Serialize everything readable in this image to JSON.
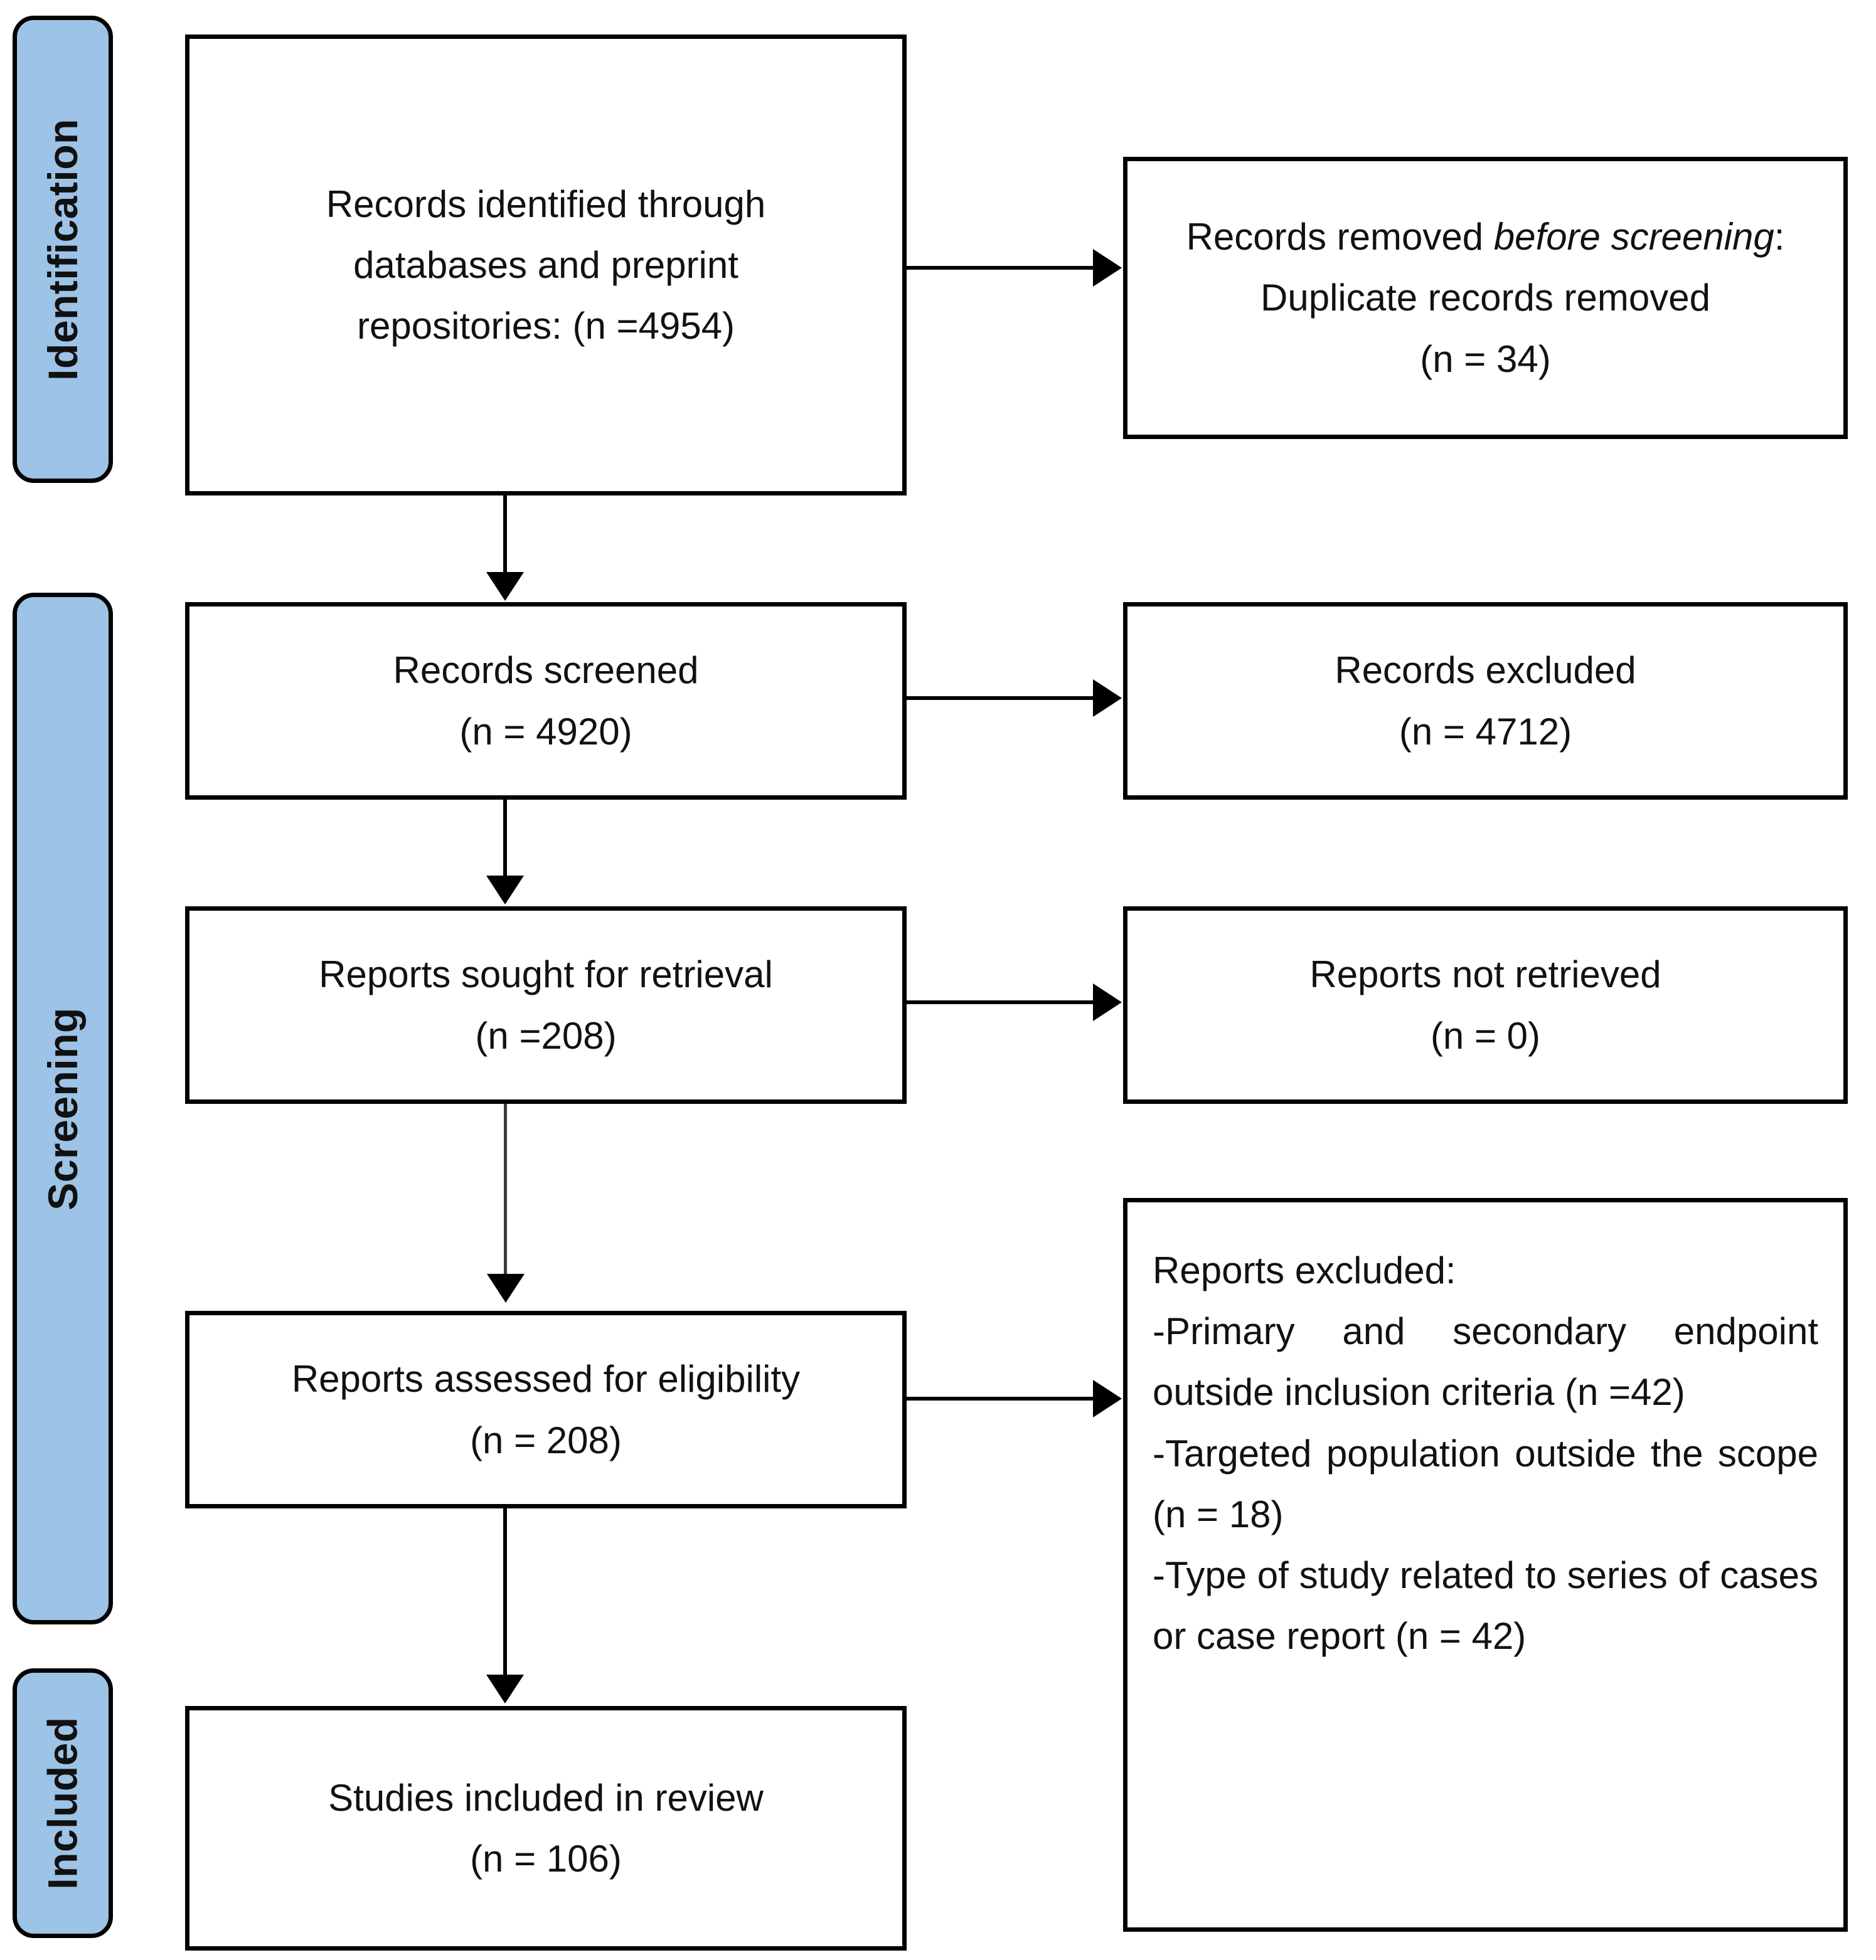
{
  "diagram": {
    "title": "PRISMA flow diagram",
    "accent_color": "#9dc3e6",
    "border_color": "#000000",
    "background_color": "#ffffff"
  },
  "phases": [
    {
      "label": "Identification",
      "name": "identification"
    },
    {
      "label": "Screening",
      "name": "screening"
    },
    {
      "label": "Included",
      "name": "included"
    }
  ],
  "boxes": {
    "records_identified": {
      "line1": "Records identified through",
      "line2": "databases and preprint",
      "line3": "repositories: (n =4954)"
    },
    "records_removed": {
      "line1_a": "Records removed ",
      "line1_b": "before screening",
      "line1_c": ":",
      "line2": "Duplicate records removed",
      "line3": "(n = 34)"
    },
    "records_screened": {
      "line1": "Records screened",
      "line2": "(n = 4920)"
    },
    "records_excluded": {
      "line1": "Records excluded",
      "line2": "(n = 4712)"
    },
    "reports_sought": {
      "line1": "Reports sought for retrieval",
      "line2": "(n =208)"
    },
    "reports_not_retrieved": {
      "line1": "Reports not retrieved",
      "line2": "(n = 0)"
    },
    "reports_assessed": {
      "line1": "Reports assessed for eligibility",
      "line2": "(n = 208)"
    },
    "reports_excluded": {
      "heading": "Reports excluded:",
      "reason1": "-Primary and secondary endpoint outside inclusion criteria (n =42)",
      "reason2": "-Targeted population outside the scope (n = 18)",
      "reason3": "-Type of study related to series of cases or case report (n = 42)"
    },
    "studies_included": {
      "line1": "Studies included in review",
      "line2": "(n = 106)"
    }
  },
  "chart_data": {
    "type": "flowchart",
    "title": "PRISMA 2020 flow diagram",
    "phases": [
      "Identification",
      "Screening",
      "Included"
    ],
    "nodes": [
      {
        "id": "records_identified",
        "phase": "Identification",
        "column": "main",
        "label": "Records identified through databases and preprint repositories",
        "n": 4954
      },
      {
        "id": "records_removed",
        "phase": "Identification",
        "column": "side",
        "label": "Records removed before screening: Duplicate records removed",
        "n": 34
      },
      {
        "id": "records_screened",
        "phase": "Screening",
        "column": "main",
        "label": "Records screened",
        "n": 4920
      },
      {
        "id": "records_excluded",
        "phase": "Screening",
        "column": "side",
        "label": "Records excluded",
        "n": 4712
      },
      {
        "id": "reports_sought",
        "phase": "Screening",
        "column": "main",
        "label": "Reports sought for retrieval",
        "n": 208
      },
      {
        "id": "reports_not_retrieved",
        "phase": "Screening",
        "column": "side",
        "label": "Reports not retrieved",
        "n": 0
      },
      {
        "id": "reports_assessed",
        "phase": "Screening",
        "column": "main",
        "label": "Reports assessed for eligibility",
        "n": 208
      },
      {
        "id": "reports_excluded",
        "phase": "Screening",
        "column": "side",
        "label": "Reports excluded",
        "reasons": [
          {
            "text": "Primary and secondary endpoint outside inclusion criteria",
            "n": 42
          },
          {
            "text": "Targeted population outside the scope",
            "n": 18
          },
          {
            "text": "Type of study related to series of cases or case report",
            "n": 42
          }
        ]
      },
      {
        "id": "studies_included",
        "phase": "Included",
        "column": "main",
        "label": "Studies included in review",
        "n": 106
      }
    ],
    "edges": [
      {
        "from": "records_identified",
        "to": "records_removed",
        "direction": "right"
      },
      {
        "from": "records_identified",
        "to": "records_screened",
        "direction": "down"
      },
      {
        "from": "records_screened",
        "to": "records_excluded",
        "direction": "right"
      },
      {
        "from": "records_screened",
        "to": "reports_sought",
        "direction": "down"
      },
      {
        "from": "reports_sought",
        "to": "reports_not_retrieved",
        "direction": "right"
      },
      {
        "from": "reports_sought",
        "to": "reports_assessed",
        "direction": "down"
      },
      {
        "from": "reports_assessed",
        "to": "reports_excluded",
        "direction": "right"
      },
      {
        "from": "reports_assessed",
        "to": "studies_included",
        "direction": "down"
      }
    ]
  }
}
